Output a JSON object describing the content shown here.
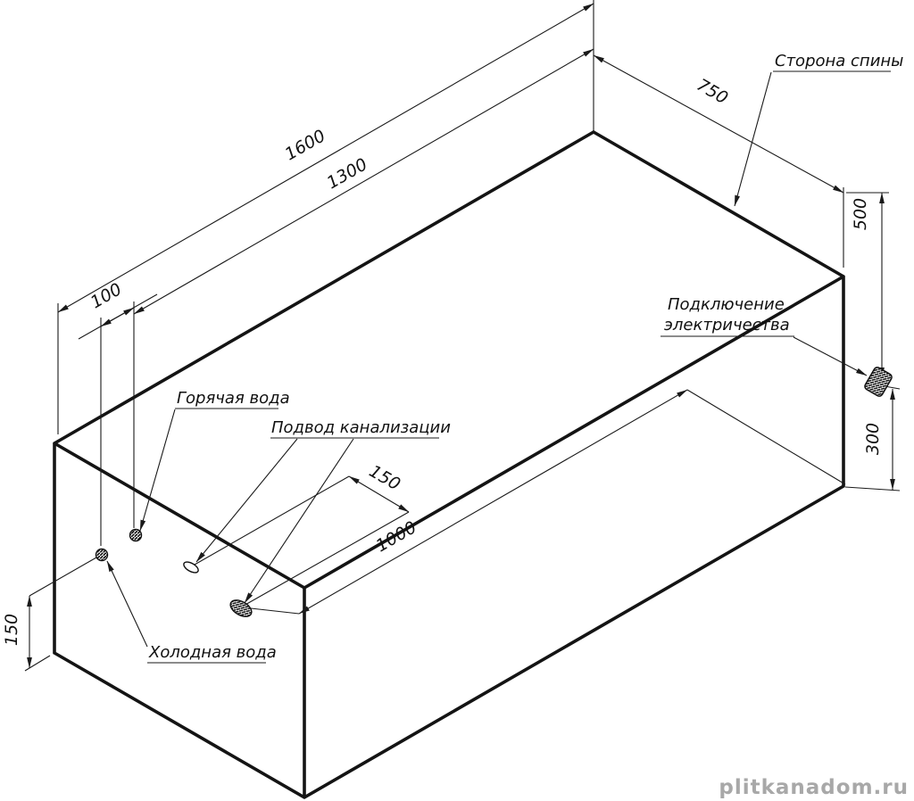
{
  "dims": {
    "length_full": "1600",
    "length_partial": "1300",
    "width": "750",
    "electric_from_top": "500",
    "electric_from_floor": "300",
    "water_spacing": "100",
    "water_height": "150",
    "drain_cross_offset": "150",
    "drain_length_offset": "1000"
  },
  "labels": {
    "back_side": "Сторона спины",
    "electric_line1": "Подключение",
    "electric_line2": "электричества",
    "hot_water": "Горячая вода",
    "sewage": "Подвод канализации",
    "cold_water": "Холодная вода"
  },
  "watermark": "plitkanadom.ru",
  "colors": {
    "line": "#1a1a1a",
    "background": "#ffffff",
    "watermark": "#a8a8a8"
  }
}
